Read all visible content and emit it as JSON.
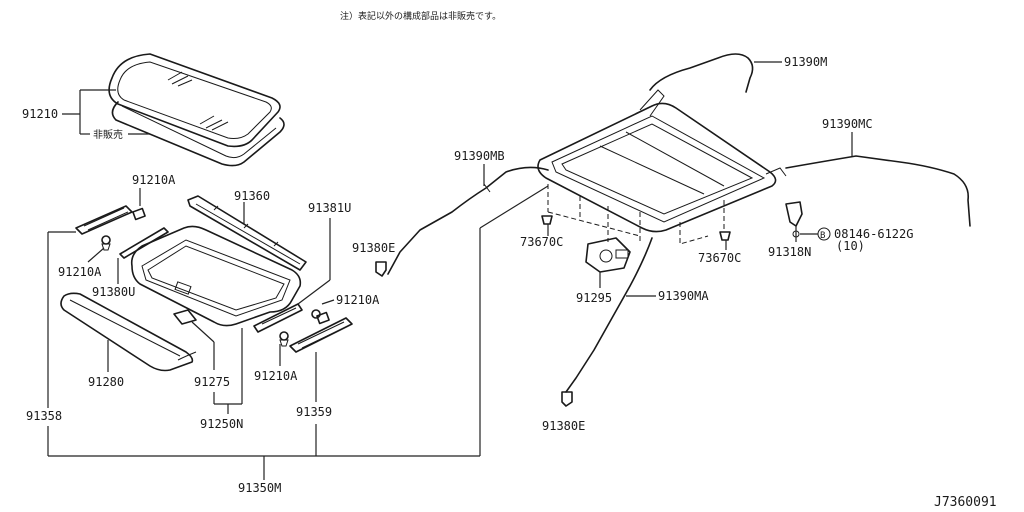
{
  "note": "注）表記以外の構成部品は非販売です。",
  "diagram_id": "J7360091",
  "not_sold_label": "非販売",
  "parts": {
    "p91210": "91210",
    "p91210A_1": "91210A",
    "p91210A_2": "91210A",
    "p91210A_3": "91210A",
    "p91210A_4": "91210A",
    "p91360": "91360",
    "p91381U": "91381U",
    "p91380U": "91380U",
    "p91380E_1": "91380E",
    "p91380E_2": "91380E",
    "p91280": "91280",
    "p91275": "91275",
    "p91250N": "91250N",
    "p91358": "91358",
    "p91359": "91359",
    "p91350M": "91350M",
    "p91390M": "91390M",
    "p91390MB": "91390MB",
    "p91390MC": "91390MC",
    "p91390MA": "91390MA",
    "p73670C_1": "73670C",
    "p73670C_2": "73670C",
    "p91295": "91295",
    "p91318N": "91318N",
    "bolt_badge": "B",
    "bolt_code": "08146-6122G",
    "bolt_qty": "(10)"
  }
}
